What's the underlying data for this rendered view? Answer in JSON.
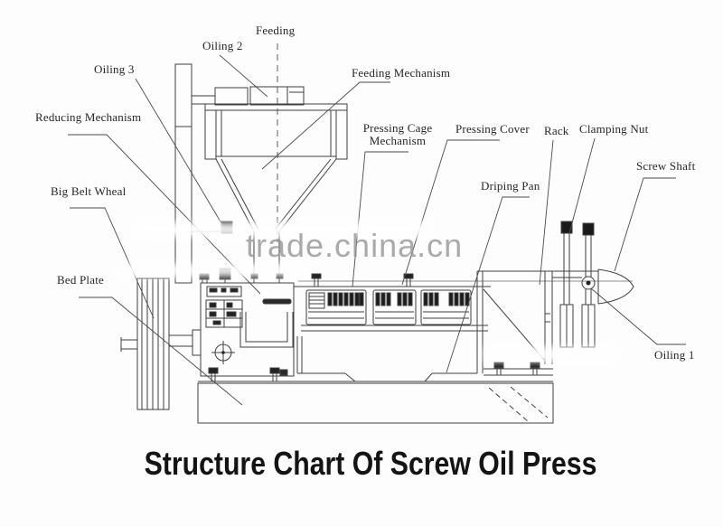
{
  "diagram": {
    "title": "Structure Chart Of Screw Oil Press",
    "watermark": "trade.china.cn",
    "labels": {
      "feeding": "Feeding",
      "oiling_2": "Oiling 2",
      "oiling_3": "Oiling 3",
      "feeding_mechanism": "Feeding Mechanism",
      "reducing_mechanism": "Reducing Mechanism",
      "pressing_cage_mechanism": "Pressing Cage Mechanism",
      "pressing_cover": "Pressing Cover",
      "rack": "Rack",
      "clamping_nut": "Clamping Nut",
      "screw_shaft": "Screw Shaft",
      "driping_pan": "Driping Pan",
      "big_belt_wheal": "Big Belt Wheal",
      "bed_plate": "Bed Plate",
      "oiling_1": "Oiling 1"
    },
    "colors": {
      "line": "#3f3f3f",
      "leader_line": "#4a4a4a",
      "label_text": "#262626",
      "watermark": "#969696",
      "title": "#141414",
      "background": "#fdfdfd"
    }
  }
}
